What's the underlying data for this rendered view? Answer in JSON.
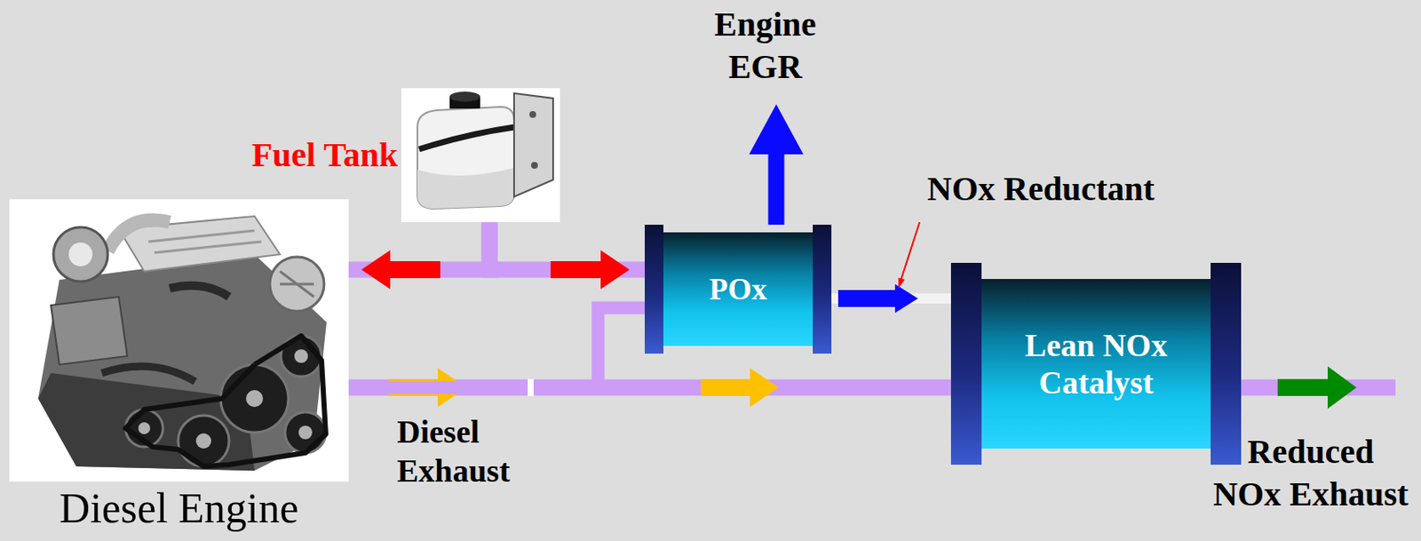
{
  "diagram": {
    "nodes": [
      {
        "text": [
          "Diesel Engine"
        ]
      },
      {
        "text": [
          "Fuel Tank"
        ]
      },
      {
        "text": [
          "POx"
        ]
      },
      {
        "text": [
          "Lean NOx Catalyst"
        ]
      }
    ],
    "edges": [
      {
        "from": 1,
        "to": 0,
        "arrow": "to"
      },
      {
        "from": 1,
        "to": 2,
        "arrow": "to"
      },
      {
        "from": 0,
        "to": 3,
        "arrow": "to",
        "label": "Diesel Exhaust"
      },
      {
        "from": 0,
        "to": 2,
        "arrow": "none"
      },
      {
        "from": 2,
        "to": 3,
        "arrow": "to"
      }
    ],
    "labels": [
      "Engine EGR",
      "NOx Reductant",
      "Reduced NOx Exhaust"
    ]
  }
}
